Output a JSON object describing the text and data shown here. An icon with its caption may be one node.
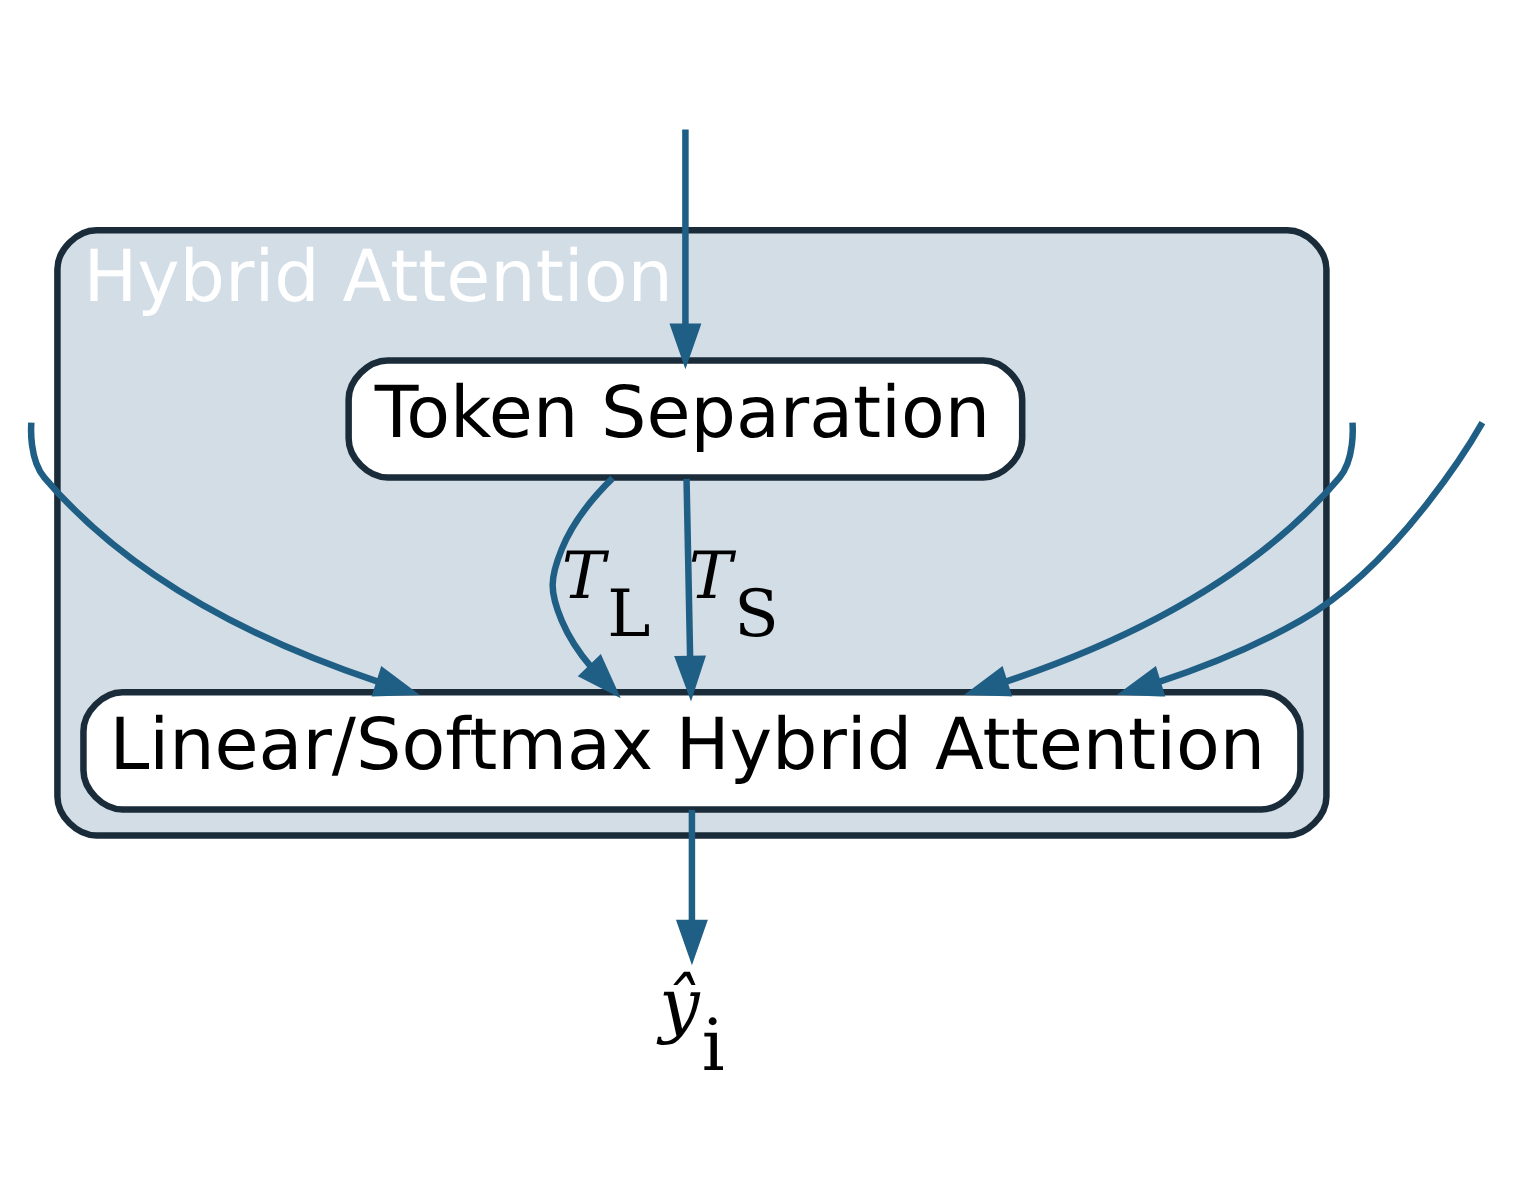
{
  "diagram": {
    "nodes": [
      {
        "text": [
          "Hybrid Attention"
        ]
      },
      {
        "text": [
          "Token Separation"
        ],
        "in": 0
      },
      {
        "text": [
          "Linear/Softmax Hybrid Attention"
        ],
        "in": 0
      },
      {
        "text": [
          "*ŷ*$_{i}$"
        ]
      }
    ],
    "edges": [
      {
        "from": null,
        "to": 2,
        "arrow": "to"
      },
      {
        "from": null,
        "to": 2,
        "arrow": "to"
      },
      {
        "from": null,
        "to": 2,
        "arrow": "to"
      },
      {
        "from": null,
        "to": 1,
        "arrow": "to"
      },
      {
        "from": 1,
        "to": 2,
        "arrow": "to",
        "label": "*T*$_{L}$"
      },
      {
        "from": 1,
        "to": 2,
        "arrow": "to",
        "label": "*T*$_{S}$"
      },
      {
        "from": 2,
        "to": 3,
        "arrow": "to"
      }
    ]
  }
}
